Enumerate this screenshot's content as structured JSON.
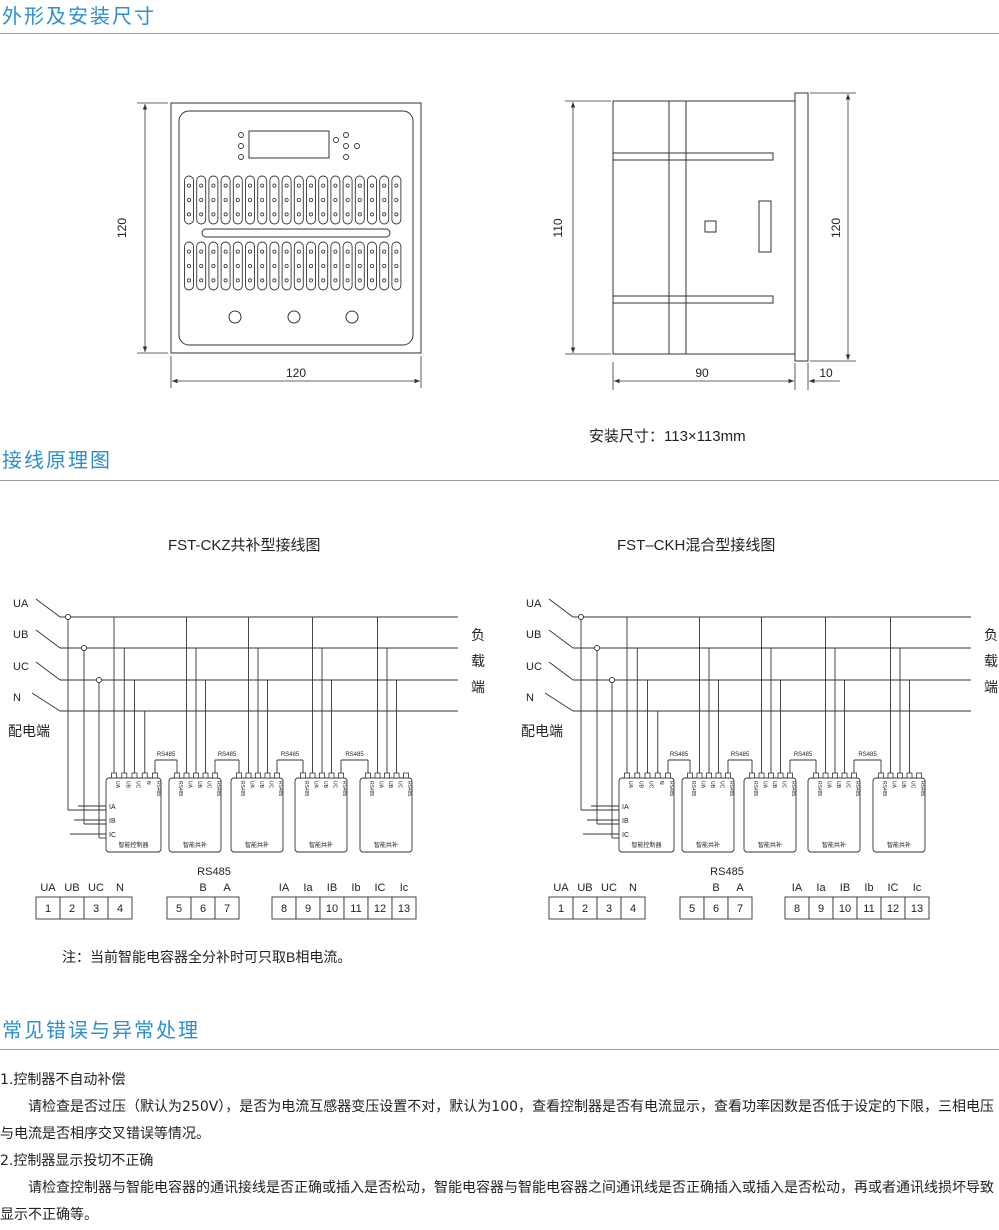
{
  "sections": {
    "dimensions": "外形及安装尺寸",
    "wiring": "接线原理图",
    "errors": "常见错误与异常处理"
  },
  "dims": {
    "front_height": "120",
    "front_width": "120",
    "side_height_inner": "110",
    "side_height_outer": "120",
    "side_depth": "90",
    "side_panel": "10",
    "install_size": "安装尺寸：113×113mm"
  },
  "wiring": {
    "left_title": "FST-CKZ共补型接线图",
    "right_title": "FST–CKH混合型接线图",
    "lines": [
      "UA",
      "UB",
      "UC",
      "N"
    ],
    "source": "配电端",
    "load": [
      "负",
      "载",
      "端"
    ],
    "ct_labels": [
      "IC",
      "IB",
      "IA"
    ],
    "rs485": "RS485",
    "controller_name": "智能控制器",
    "unit_name": "智能共补",
    "controller_terms": [
      "UA",
      "UB",
      "UC",
      "N",
      "RS485"
    ],
    "unit_terms": [
      "RS485",
      "UA",
      "UB",
      "UC",
      "RS485"
    ],
    "groups": [
      {
        "labels": [
          "UA",
          "UB",
          "UC",
          "N"
        ],
        "numbers": [
          "1",
          "2",
          "3",
          "4"
        ]
      },
      {
        "labels": [
          "",
          "B",
          "A"
        ],
        "numbers": [
          "5",
          "6",
          "7"
        ]
      },
      {
        "labels": [
          "IA",
          "Ia",
          "IB",
          "Ib",
          "IC",
          "Ic"
        ],
        "numbers": [
          "8",
          "9",
          "10",
          "11",
          "12",
          "13"
        ]
      }
    ],
    "note": "注：当前智能电容器全分补时可只取B相电流。"
  },
  "faq": {
    "q1_title": "1.控制器不自动补偿",
    "q1_body": "请检查是否过压（默认为250V），是否为电流互感器变压设置不对，默认为100，查看控制器是否有电流显示，查看功率因数是否低于设定的下限，三相电压与电流是否相序交叉错误等情况。",
    "q2_title": "2.控制器显示投切不正确",
    "q2_body": "请检查控制器与智能电容器的通讯接线是否正确或插入是否松动，智能电容器与智能电容器之间通讯线是否正确插入或插入是否松动，再或者通讯线损坏导致显示不正确等。"
  }
}
